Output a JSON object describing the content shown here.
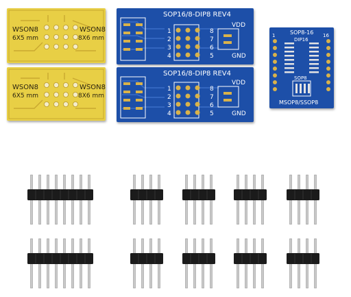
{
  "colors": {
    "yellow_board": "#e8cf45",
    "yellow_copper": "#c9a830",
    "blue_board": "#1d4fa8",
    "blue_trace": "#3b6fc8",
    "pad_gold": "#d9b24a",
    "header_plastic": "#1b1b1b",
    "pin_metal": "#c9c9c9"
  },
  "wson_boards": [
    {
      "left_label": "WSON8",
      "left_size": "6X5 mm",
      "right_label": "WSON8",
      "right_size": "8X6 mm"
    },
    {
      "left_label": "WSON8",
      "left_size": "6X5 mm",
      "right_label": "WSON8",
      "right_size": "8X6 mm"
    }
  ],
  "sop_boards": [
    {
      "title": "SOP16/8-DIP8 REV4",
      "vdd": "VDD",
      "gnd": "GND",
      "pins_left": [
        "1",
        "2",
        "3",
        "4"
      ],
      "pins_right": [
        "8",
        "7",
        "6",
        "5"
      ]
    },
    {
      "title": "SOP16/8-DIP8 REV4",
      "vdd": "VDD",
      "gnd": "GND",
      "pins_left": [
        "1",
        "2",
        "3",
        "4"
      ],
      "pins_right": [
        "8",
        "7",
        "6",
        "5"
      ]
    }
  ],
  "msop_board": {
    "title": "SOP8-16",
    "pin_first": "1",
    "pin_last": "16",
    "dip": "DIP16",
    "sop": "SOP8",
    "footer": "MSOP8/SSOP8"
  },
  "pin_headers": [
    {
      "row": 1,
      "pins": 8,
      "icon": "pin-header"
    },
    {
      "row": 1,
      "pins": 4,
      "icon": "pin-header"
    },
    {
      "row": 1,
      "pins": 4,
      "icon": "pin-header"
    },
    {
      "row": 1,
      "pins": 4,
      "icon": "pin-header"
    },
    {
      "row": 1,
      "pins": 4,
      "icon": "pin-header"
    },
    {
      "row": 2,
      "pins": 8,
      "icon": "pin-header"
    },
    {
      "row": 2,
      "pins": 4,
      "icon": "pin-header"
    },
    {
      "row": 2,
      "pins": 4,
      "icon": "pin-header"
    },
    {
      "row": 2,
      "pins": 4,
      "icon": "pin-header"
    },
    {
      "row": 2,
      "pins": 4,
      "icon": "pin-header"
    }
  ]
}
